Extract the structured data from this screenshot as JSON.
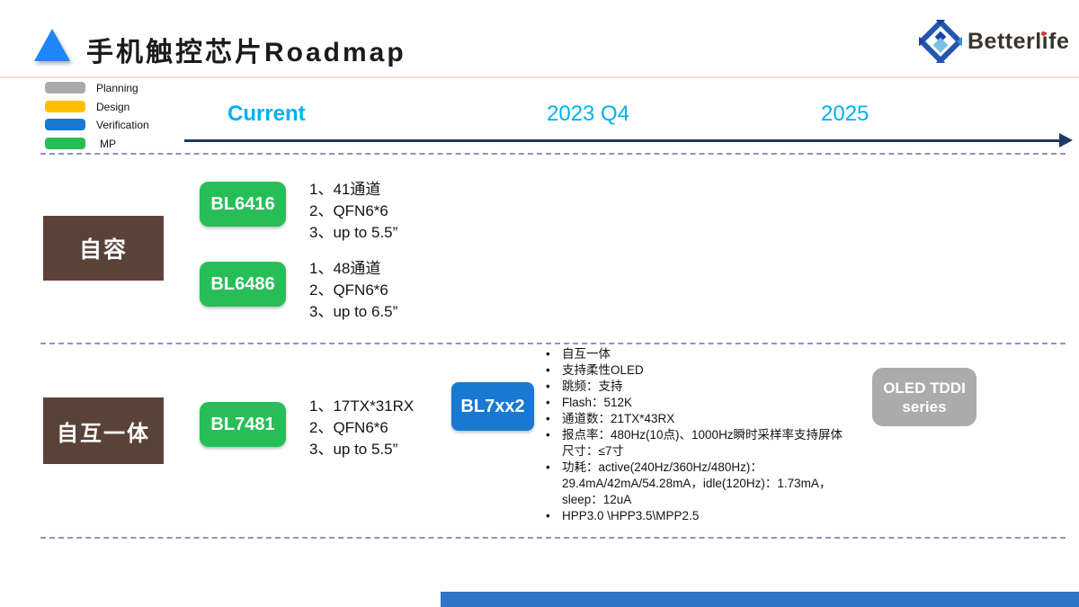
{
  "header": {
    "title": "手机触控芯片Roadmap",
    "brand": "Betterlife"
  },
  "legend": {
    "items": [
      {
        "label": "Planning",
        "color": "#ABABAB"
      },
      {
        "label": "Design",
        "color": "#FFC000"
      },
      {
        "label": "Verification",
        "color": "#1779D2"
      },
      {
        "label": "MP",
        "color": "#27BE58"
      }
    ]
  },
  "timeline": {
    "milestones": [
      {
        "label": "Current"
      },
      {
        "label": "2023 Q4"
      },
      {
        "label": "2025"
      }
    ]
  },
  "rows": [
    {
      "category": "自容",
      "chips": [
        {
          "name": "BL6416",
          "color": "#27BE58",
          "specs": [
            "1、41通道",
            "2、QFN6*6",
            "3、up to 5.5”"
          ]
        },
        {
          "name": "BL6486",
          "color": "#27BE58",
          "specs": [
            "1、48通道",
            "2、QFN6*6",
            "3、up to 6.5”"
          ]
        }
      ]
    },
    {
      "category": "自互一体",
      "chips": [
        {
          "name": "BL7481",
          "color": "#27BE58",
          "specs": [
            "1、17TX*31RX",
            "2、QFN6*6",
            "3、up to 5.5”"
          ]
        },
        {
          "name": "BL7xx2",
          "color": "#1779D2",
          "feature_lines": [
            "自互一体",
            "支持柔性OLED",
            "跳频：支持",
            "Flash：512K",
            "通道数：21TX*43RX",
            "报点率：480Hz(10点)、1000Hz瞬时采样率支持屏体",
            "尺寸：≤7寸",
            "功耗：active(240Hz/360Hz/480Hz)：",
            "29.4mA/42mA/54.28mA，idle(120Hz)：1.73mA，",
            "sleep：12uA",
            "HPP3.0 \\HPP3.5\\MPP2.5"
          ]
        }
      ],
      "future": {
        "line1": "OLED TDDI",
        "line2": "series"
      }
    }
  ],
  "colors": {
    "accent_cyan": "#00B0F0",
    "timeline_navy": "#1F3864",
    "dash_purple": "#9C8CC5",
    "category_brown": "#5B4238",
    "footer_bar": "#2E74C9"
  }
}
